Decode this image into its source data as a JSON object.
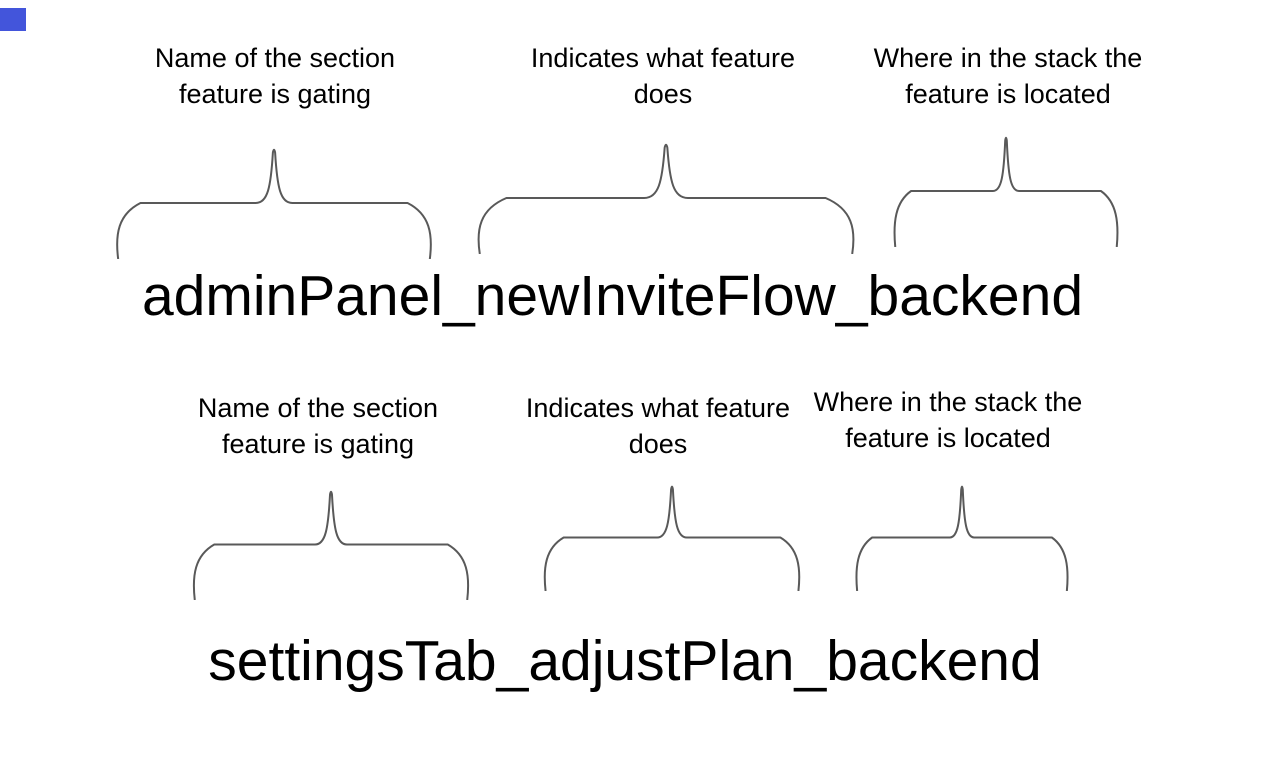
{
  "colors": {
    "background": "#ffffff",
    "text": "#000000",
    "brace_stroke": "#595959",
    "marker_blue": "#4355DB"
  },
  "marker": {
    "name": "blue-square"
  },
  "groups": [
    {
      "flag_name": "adminPanel_newInviteFlow_backend",
      "captions": [
        {
          "lines": [
            "Name of the section",
            "feature is gating"
          ]
        },
        {
          "lines": [
            "Indicates what feature",
            "does"
          ]
        },
        {
          "lines": [
            "Where in the stack the",
            "feature is located"
          ]
        }
      ]
    },
    {
      "flag_name": "settingsTab_adjustPlan_backend",
      "captions": [
        {
          "lines": [
            "Name of the section",
            "feature is gating"
          ]
        },
        {
          "lines": [
            "Indicates what feature",
            "does"
          ]
        },
        {
          "lines": [
            "Where in the stack the",
            "feature is located"
          ]
        }
      ]
    }
  ]
}
